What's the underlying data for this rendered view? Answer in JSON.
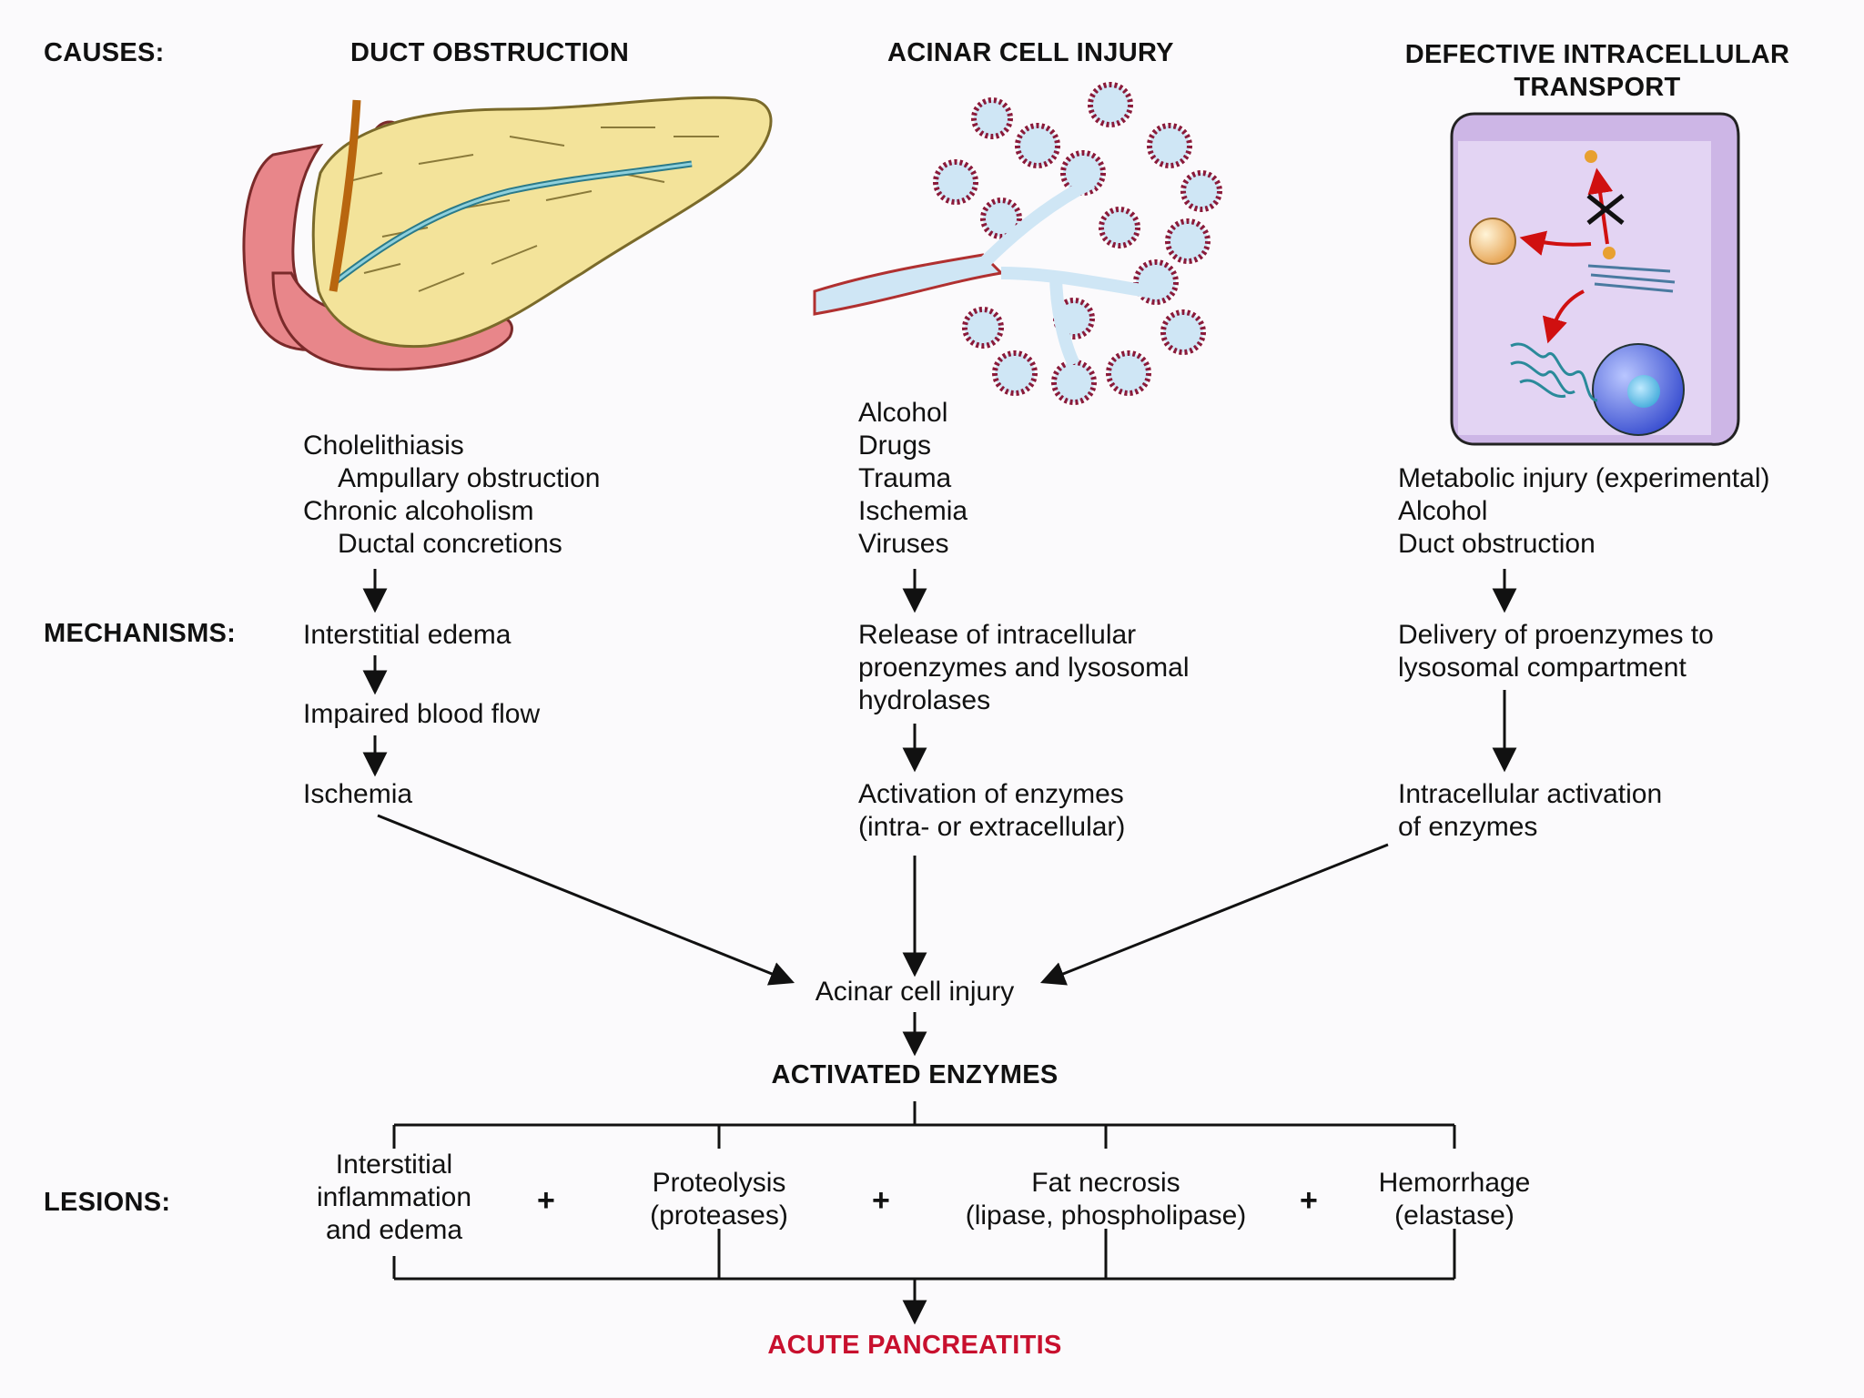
{
  "headers": {
    "causes": "CAUSES:",
    "mechanisms": "MECHANISMS:",
    "lesions": "LESIONS:"
  },
  "columns": [
    {
      "title": [
        "DUCT OBSTRUCTION"
      ],
      "causes": [
        "Cholelithiasis",
        "Ampullary obstruction",
        "Chronic alcoholism",
        "Ductal concretions"
      ],
      "mechanisms": [
        [
          "Interstitial edema"
        ],
        [
          "Impaired blood flow"
        ],
        [
          "Ischemia"
        ]
      ]
    },
    {
      "title": [
        "ACINAR CELL INJURY"
      ],
      "causes": [
        "Alcohol",
        "Drugs",
        "Trauma",
        "Ischemia",
        "Viruses"
      ],
      "mechanisms": [
        [
          "Release of intracellular",
          "proenzymes and lysosomal",
          "hydrolases"
        ],
        [
          "Activation of enzymes",
          "(intra- or extracellular)"
        ]
      ]
    },
    {
      "title": [
        "DEFECTIVE INTRACELLULAR",
        "TRANSPORT"
      ],
      "causes": [
        "Metabolic injury (experimental)",
        "Alcohol",
        "Duct obstruction"
      ],
      "mechanisms": [
        [
          "Delivery of proenzymes to",
          "lysosomal compartment"
        ],
        [
          "Intracellular activation",
          "of enzymes"
        ]
      ]
    }
  ],
  "convergence": "Acinar cell injury",
  "activated": "ACTIVATED ENZYMES",
  "lesions": [
    [
      "Interstitial",
      "inflammation",
      "and edema"
    ],
    [
      "Proteolysis",
      "(proteases)"
    ],
    [
      "Fat necrosis",
      "(lipase, phospholipase)"
    ],
    [
      "Hemorrhage",
      "(elastase)"
    ]
  ],
  "plus": "+",
  "result": "ACUTE PANCREATITIS",
  "colors": {
    "result": "#c8102e",
    "arrow_red": "#d01010",
    "cell": "#d9c8ea",
    "acinus": "#cfe6f5",
    "pancreas": "#f3e39a",
    "duodenum": "#e8868a"
  }
}
